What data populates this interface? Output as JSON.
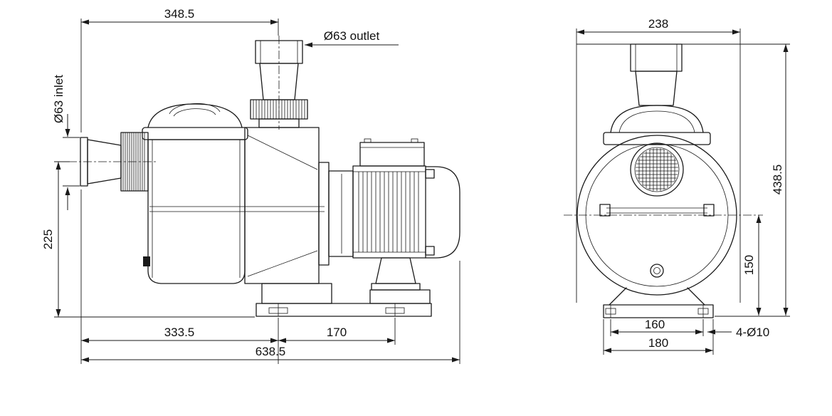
{
  "drawing": {
    "type": "pump-dimensional-drawing",
    "colors": {
      "line": "#1a1a1a",
      "background": "#ffffff",
      "text": "#111111"
    },
    "side_view": {
      "top_width": "348.5",
      "outlet_label": "Ø63 outlet",
      "inlet_label": "Ø63 inlet",
      "inlet_center_height": "225",
      "front_foot_offset": "333.5",
      "foot_spacing": "170",
      "overall_length": "638.5"
    },
    "front_view": {
      "top_width": "238",
      "overall_height": "438.5",
      "center_height": "150",
      "bolt_spacing": "160",
      "base_width": "180",
      "mounting_holes_label": "4-Ø10"
    }
  }
}
